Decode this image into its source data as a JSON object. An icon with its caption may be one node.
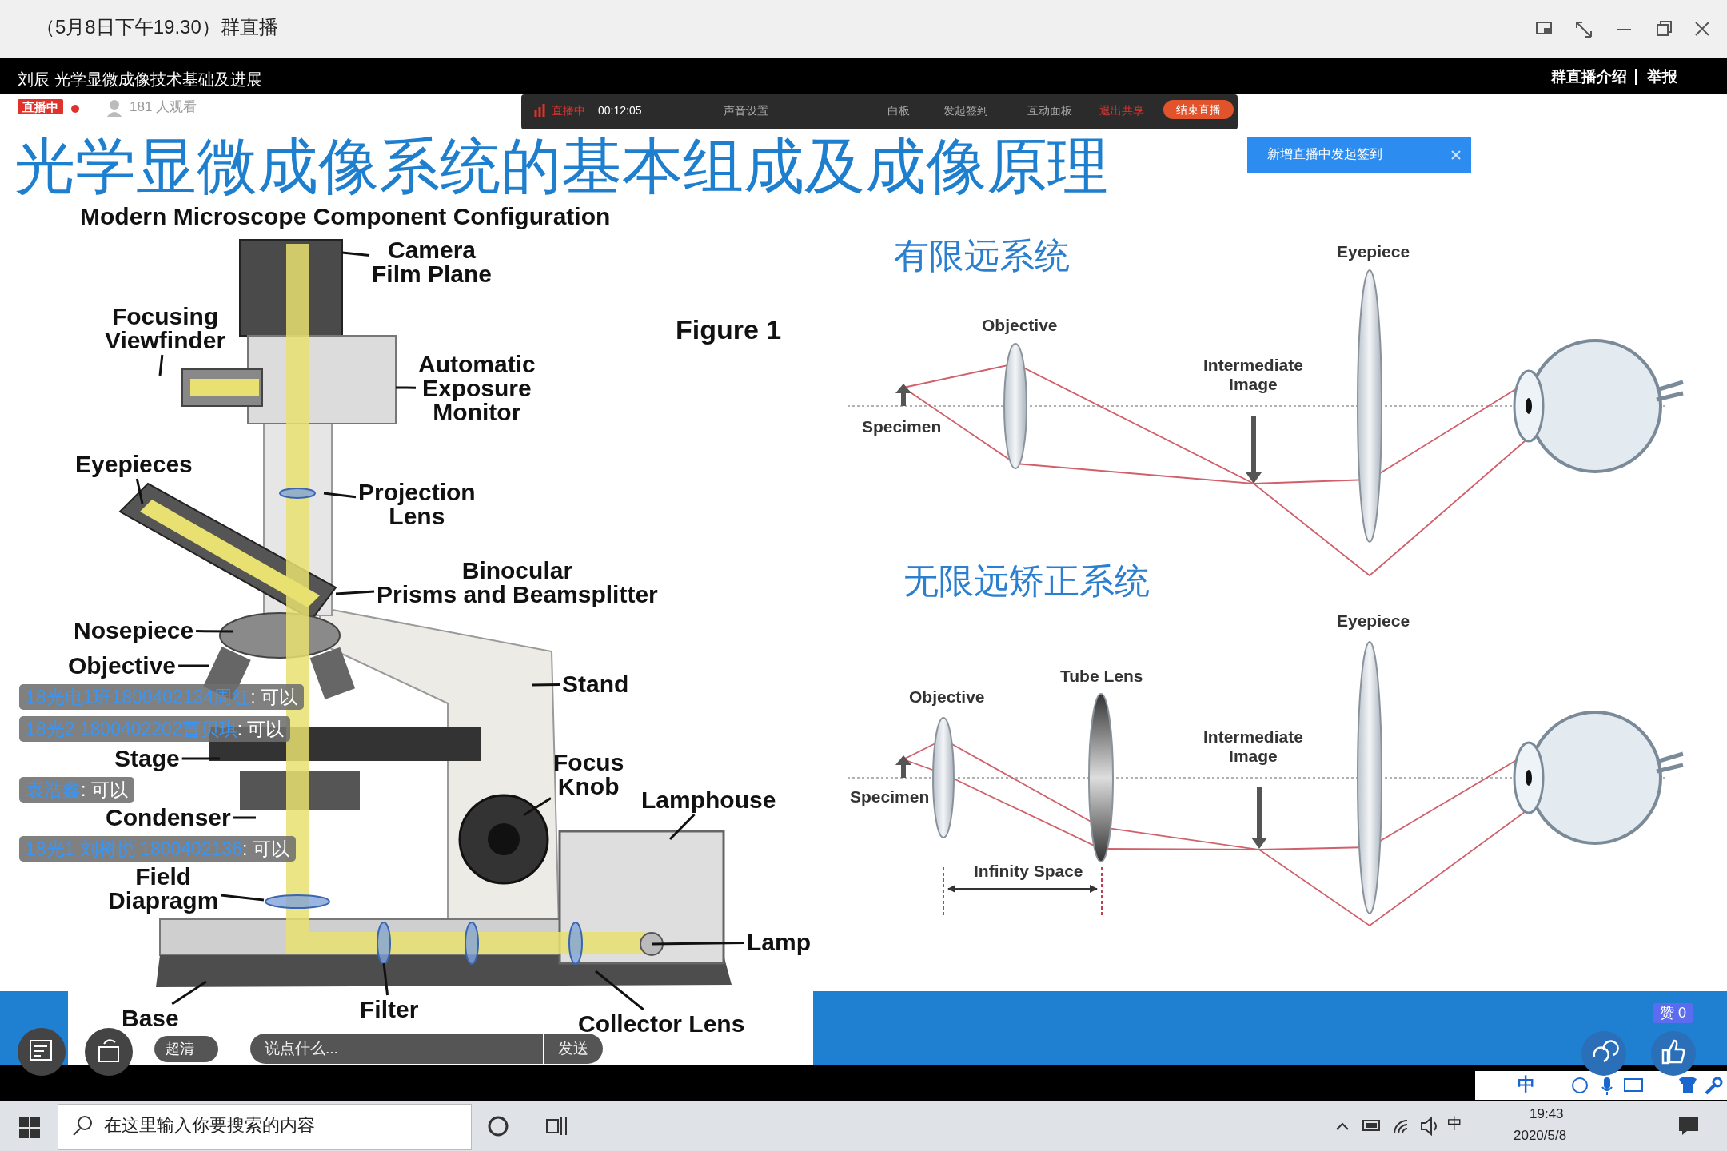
{
  "diagram": {
    "title": "光学显微成像系统的基本组成及成像原理",
    "nodes": [
      {
        "text": [
          "Camera Film Plane"
        ]
      },
      {
        "text": [
          "Focusing Viewfinder"
        ]
      },
      {
        "text": [
          "Automatic Exposure Monitor"
        ]
      },
      {
        "text": [
          "Eyepieces"
        ]
      },
      {
        "text": [
          "Projection Lens"
        ]
      },
      {
        "text": [
          "Binocular Prisms and Beamsplitter"
        ]
      },
      {
        "text": [
          "Nosepiece"
        ]
      },
      {
        "text": [
          "Objective"
        ]
      },
      {
        "text": [
          "Stage"
        ]
      },
      {
        "text": [
          "Condenser"
        ]
      },
      {
        "text": [
          "Stand"
        ]
      },
      {
        "text": [
          "Focus Knob"
        ]
      },
      {
        "text": [
          "Lamphouse"
        ]
      },
      {
        "text": [
          "Field Diapragm"
        ]
      },
      {
        "text": [
          "Lamp"
        ]
      },
      {
        "text": [
          "Base"
        ]
      },
      {
        "text": [
          "Filter"
        ]
      },
      {
        "text": [
          "Collector Lens"
        ]
      }
    ],
    "edges": [
      {
        "from": 0,
        "to": null,
        "arrow": "none"
      },
      {
        "from": 1,
        "to": null,
        "arrow": "none"
      },
      {
        "from": 2,
        "to": null,
        "arrow": "none"
      },
      {
        "from": 3,
        "to": null,
        "arrow": "none"
      },
      {
        "from": 4,
        "to": null,
        "arrow": "none"
      },
      {
        "from": 5,
        "to": null,
        "arrow": "none"
      },
      {
        "from": 6,
        "to": null,
        "arrow": "none"
      },
      {
        "from": 7,
        "to": null,
        "arrow": "none"
      },
      {
        "from": 8,
        "to": null,
        "arrow": "none"
      },
      {
        "from": 9,
        "to": null,
        "arrow": "none"
      },
      {
        "from": 10,
        "to": null,
        "arrow": "none"
      },
      {
        "from": 11,
        "to": null,
        "arrow": "none"
      },
      {
        "from": 12,
        "to": null,
        "arrow": "none"
      },
      {
        "from": 13,
        "to": null,
        "arrow": "none"
      },
      {
        "from": 14,
        "to": null,
        "arrow": "none"
      },
      {
        "from": 15,
        "to": null,
        "arrow": "none"
      },
      {
        "from": 16,
        "to": null,
        "arrow": "none"
      },
      {
        "from": 17,
        "to": null,
        "arrow": "none"
      }
    ],
    "labels": [
      "（5月8日下午19.30）群直播",
      "刘辰 光学显微成像技术基础及进展",
      "群直播介绍",
      "举报",
      "直播中",
      "181 人观看",
      "直播中",
      "00:12:05",
      "声音设置",
      "白板",
      "发起签到",
      "互动面板",
      "退出共享",
      "结束直播",
      "新增直播中发起签到",
      "Modern Microscope Component Configuration",
      "Figure 1",
      "有限远系统",
      "Eyepiece",
      "Objective",
      "Intermediate Image",
      "Specimen",
      "无限远矫正系统",
      "Eyepiece",
      "Tube Lens",
      "Objective",
      "Intermediate Image",
      "Specimen",
      "Infinity Space",
      "18光电1班1800402134周红",
      ": 可以",
      "18光2 1800402202曹贝琪",
      ": 可以",
      "袁浩鑫",
      ": 可以",
      "18光1 刘树悦 1800402136",
      ": 可以",
      "超清",
      "说点什么...",
      "发送",
      "赞 0",
      "中",
      "在这里输入你要搜索的内容",
      "中",
      "19:43",
      "2020/5/8"
    ]
  }
}
